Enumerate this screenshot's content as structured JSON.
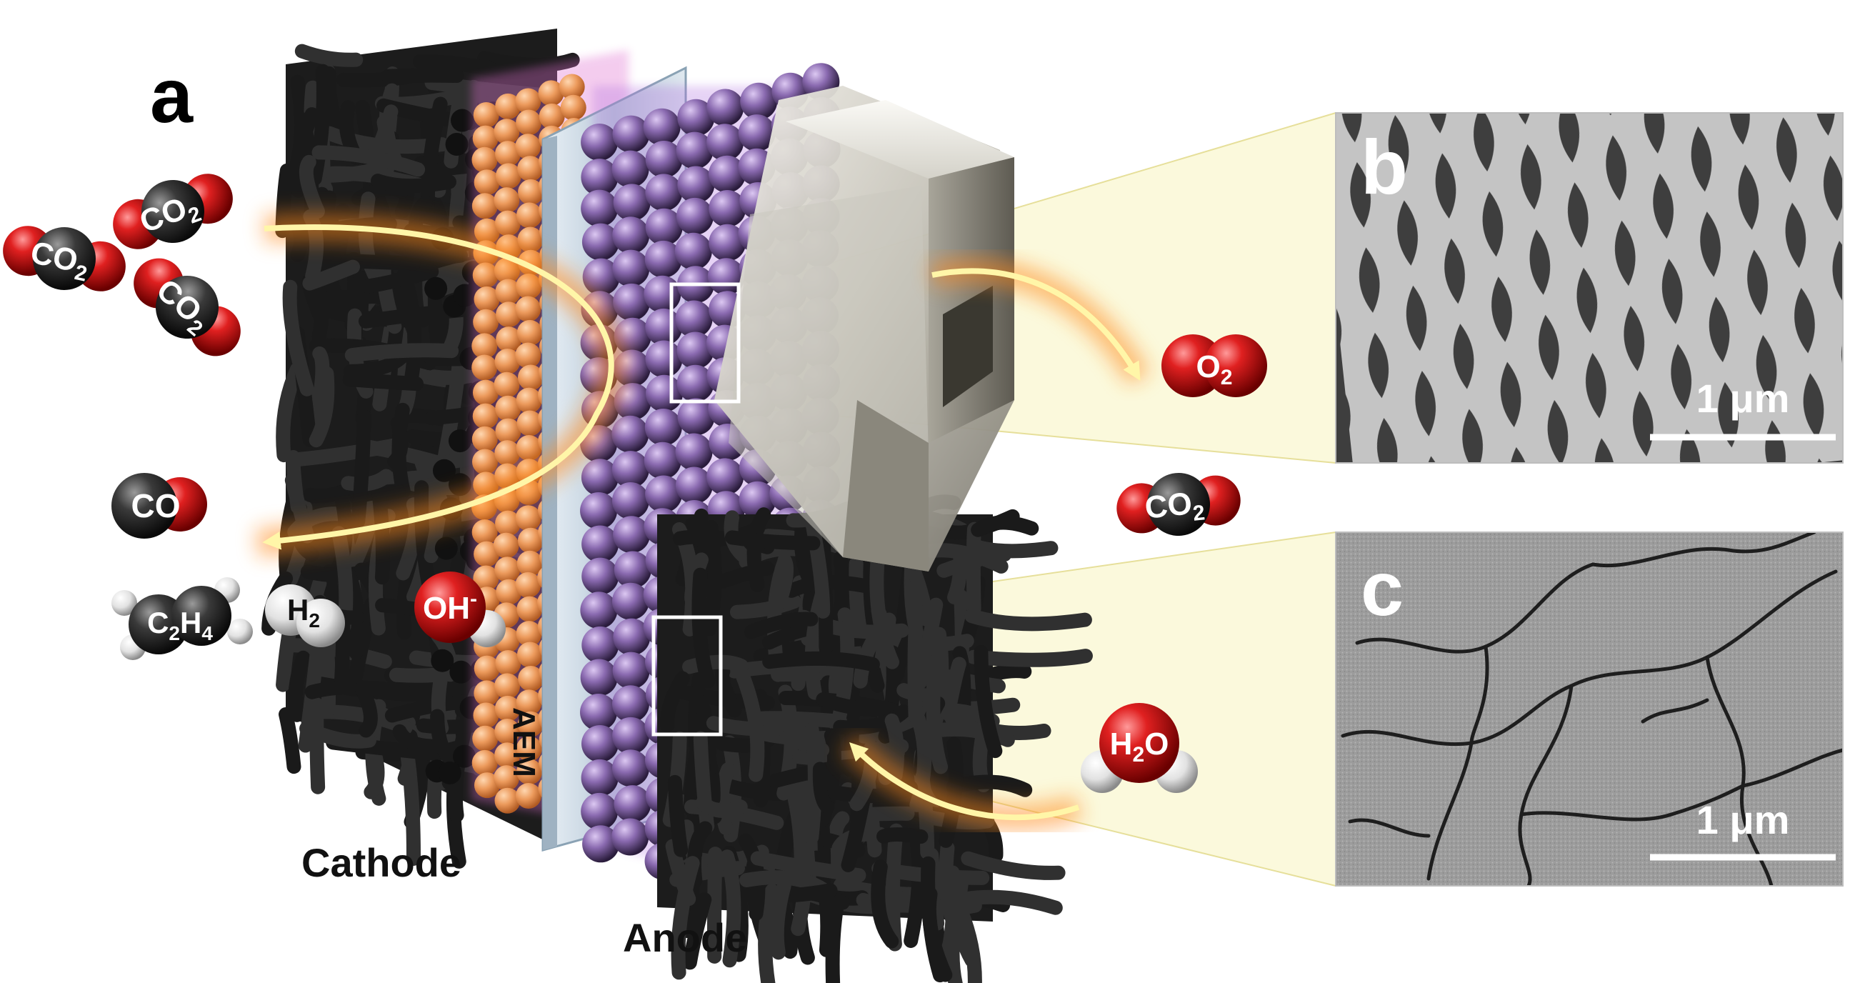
{
  "panels": {
    "a": "a",
    "b": "b",
    "c": "c"
  },
  "layers": {
    "cathode": "Cathode",
    "anode": "Anode",
    "membrane": "AEM"
  },
  "scale_bars": {
    "top": "1 μm",
    "bottom": "1 μm"
  },
  "molecules": {
    "co2_1": {
      "base": "CO",
      "sub": "2"
    },
    "co2_2": {
      "base": "CO",
      "sub": "2"
    },
    "co2_3": {
      "base": "CO",
      "sub": "2"
    },
    "co2_out": {
      "base": "CO",
      "sub": "2"
    },
    "co": {
      "base": "CO"
    },
    "c2h4": {
      "p1": "C",
      "s1": "2",
      "p2": "H",
      "s2": "4"
    },
    "h2": {
      "base": "H",
      "sub": "2"
    },
    "oh": {
      "base": "OH",
      "sup": "-"
    },
    "o2": {
      "base": "O",
      "sub": "2"
    },
    "h2o": {
      "p1": "H",
      "s1": "2",
      "p2": "O"
    }
  },
  "colors": {
    "carbon_fiber": "#262626",
    "catalyst_orange": "#e8955a",
    "catalyst_pink_glow": "#e070d0",
    "anode_purple": "#9a6bc8",
    "membrane": "#c8d6e0",
    "metal_foam": "#c9c7bd",
    "callout_fill": "#fbf8d8",
    "arrow_yellow": "#fff6a8",
    "arrow_glow": "#ff8a1e",
    "oxygen_red": "#d01818",
    "carbon_dark": "#3a3a3a"
  }
}
